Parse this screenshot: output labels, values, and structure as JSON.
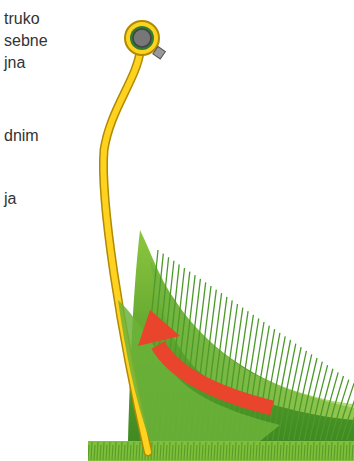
{
  "diagram": {
    "labels": [
      "truko",
      "sebne",
      "jna",
      "dnim",
      "ja"
    ]
  }
}
